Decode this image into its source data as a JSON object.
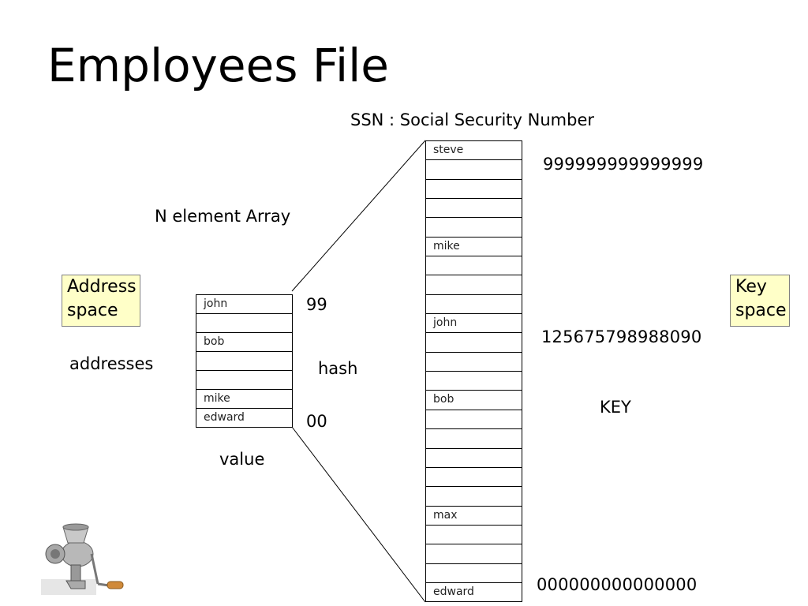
{
  "title": "Employees File",
  "ssn_caption": "SSN : Social Security Number",
  "array_caption": "N element Array",
  "address_space_label": [
    "Address",
    "space"
  ],
  "key_space_label": [
    "Key",
    "space"
  ],
  "addresses_label": "addresses",
  "hash_label": "hash",
  "value_label": "value",
  "address_high": "99",
  "address_low": "00",
  "key_label": "KEY",
  "key_max": "999999999999999",
  "key_mid": "125675798988090",
  "key_min": "000000000000000",
  "small_array": [
    "john",
    "",
    "bob",
    "",
    "",
    "mike",
    "edward"
  ],
  "big_array": [
    "steve",
    "",
    "",
    "",
    "",
    "mike",
    "",
    "",
    "",
    "john",
    "",
    "",
    "",
    "bob",
    "",
    "",
    "",
    "",
    "",
    "max",
    "",
    "",
    "",
    "edward"
  ]
}
